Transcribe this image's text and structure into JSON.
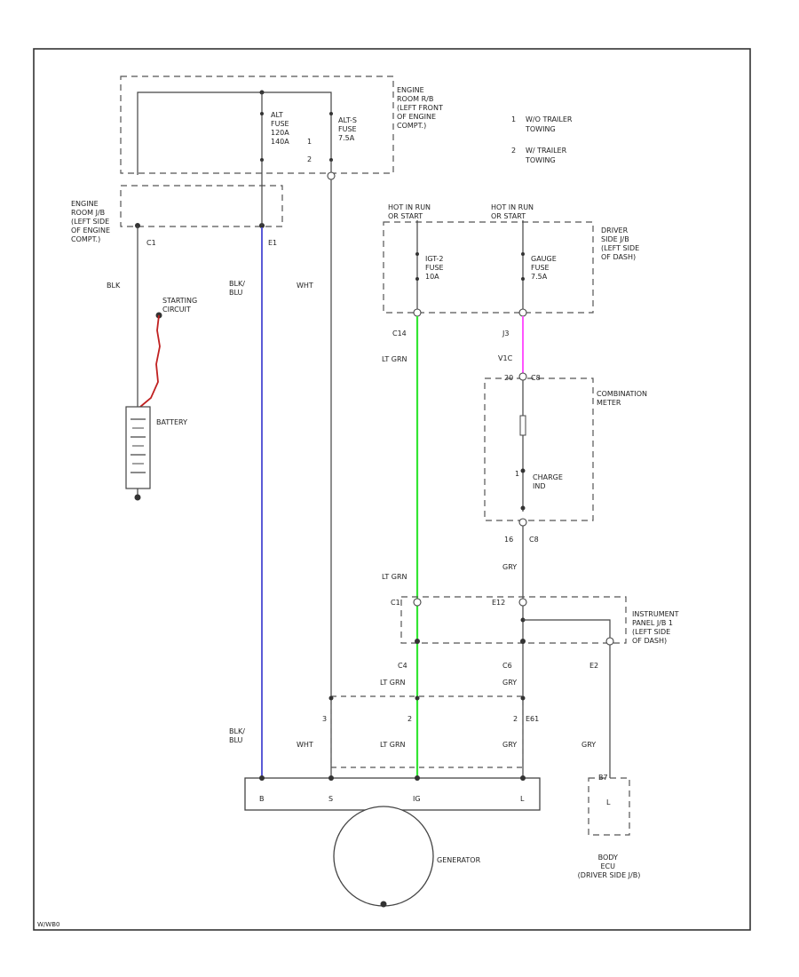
{
  "notes": [
    {
      "num": "1",
      "text": [
        "W/O TRAILER",
        "TOWING"
      ]
    },
    {
      "num": "2",
      "text": [
        "W/ TRAILER",
        "TOWING"
      ]
    }
  ],
  "engine_room_rb": {
    "label": [
      "ENGINE",
      "ROOM R/B",
      "(LEFT FRONT",
      "OF ENGINE",
      "COMPT.)"
    ]
  },
  "fuse_alt": {
    "label": [
      "ALT",
      "FUSE",
      "120A",
      "140A"
    ],
    "notes": [
      "1",
      "2"
    ]
  },
  "fuse_alt_s": {
    "label": [
      "ALT-S",
      "FUSE",
      "7.5A"
    ]
  },
  "engine_room_jb": {
    "label": [
      "ENGINE",
      "ROOM J/B",
      "(LEFT SIDE",
      "OF ENGINE",
      "COMPT.)"
    ],
    "conn_c1": "C1",
    "conn_e1": "E1"
  },
  "hot_labels": [
    [
      "HOT IN RUN",
      "OR START"
    ],
    [
      "HOT IN RUN",
      "OR START"
    ]
  ],
  "driver_side_jb": {
    "label": [
      "DRIVER",
      "SIDE J/B",
      "(LEFT SIDE",
      "OF DASH)"
    ]
  },
  "fuse_igt": {
    "label": [
      "IGT-2",
      "FUSE",
      "10A"
    ]
  },
  "fuse_gauge": {
    "label": [
      "GAUGE",
      "FUSE",
      "7.5A"
    ]
  },
  "starting_circuit": {
    "label": [
      "STARTING",
      "CIRCUIT"
    ]
  },
  "battery": {
    "label": "BATTERY"
  },
  "combination_meter": {
    "label": [
      "COMBINATION",
      "METER"
    ],
    "lamp": [
      "CHARGE",
      "IND"
    ],
    "pin_top": "20",
    "conn_top": "C8",
    "pin_bottom": "16",
    "conn_bottom": "C8",
    "lamp_pin": "1"
  },
  "instrument_panel_jb": {
    "label": [
      "INSTRUMENT",
      "PANEL J/B 1",
      "(LEFT SIDE",
      "OF DASH)"
    ],
    "conn_c1": "C1",
    "conn_e12": "E12",
    "conn_c4": "C4",
    "conn_c6": "C6",
    "conn_e2": "E2"
  },
  "body_ecu": {
    "label": [
      "BODY",
      "ECU",
      "(DRIVER SIDE J/B)"
    ],
    "pin": "L",
    "conn": "B7"
  },
  "generator": {
    "label": "GENERATOR",
    "pins": [
      "B",
      "S",
      "IG",
      "L"
    ],
    "conn": "E61",
    "pin_nums": [
      "3",
      "2",
      "2"
    ]
  },
  "conn_c14": "C14",
  "conn_j3": "J3",
  "conn_v1c": "V1C",
  "wire_colors": {
    "blk": "BLK",
    "blk_blu": [
      "BLK/",
      "BLU"
    ],
    "wht": "WHT",
    "lt_grn": "LT GRN",
    "gry": "GRY"
  },
  "colors": {
    "blu_wire": "#5a5ad6",
    "grn_wire": "#33e633",
    "pnk_wire": "#ff55ff",
    "red_wire": "#c02020"
  },
  "footer_code": "W/WB0"
}
